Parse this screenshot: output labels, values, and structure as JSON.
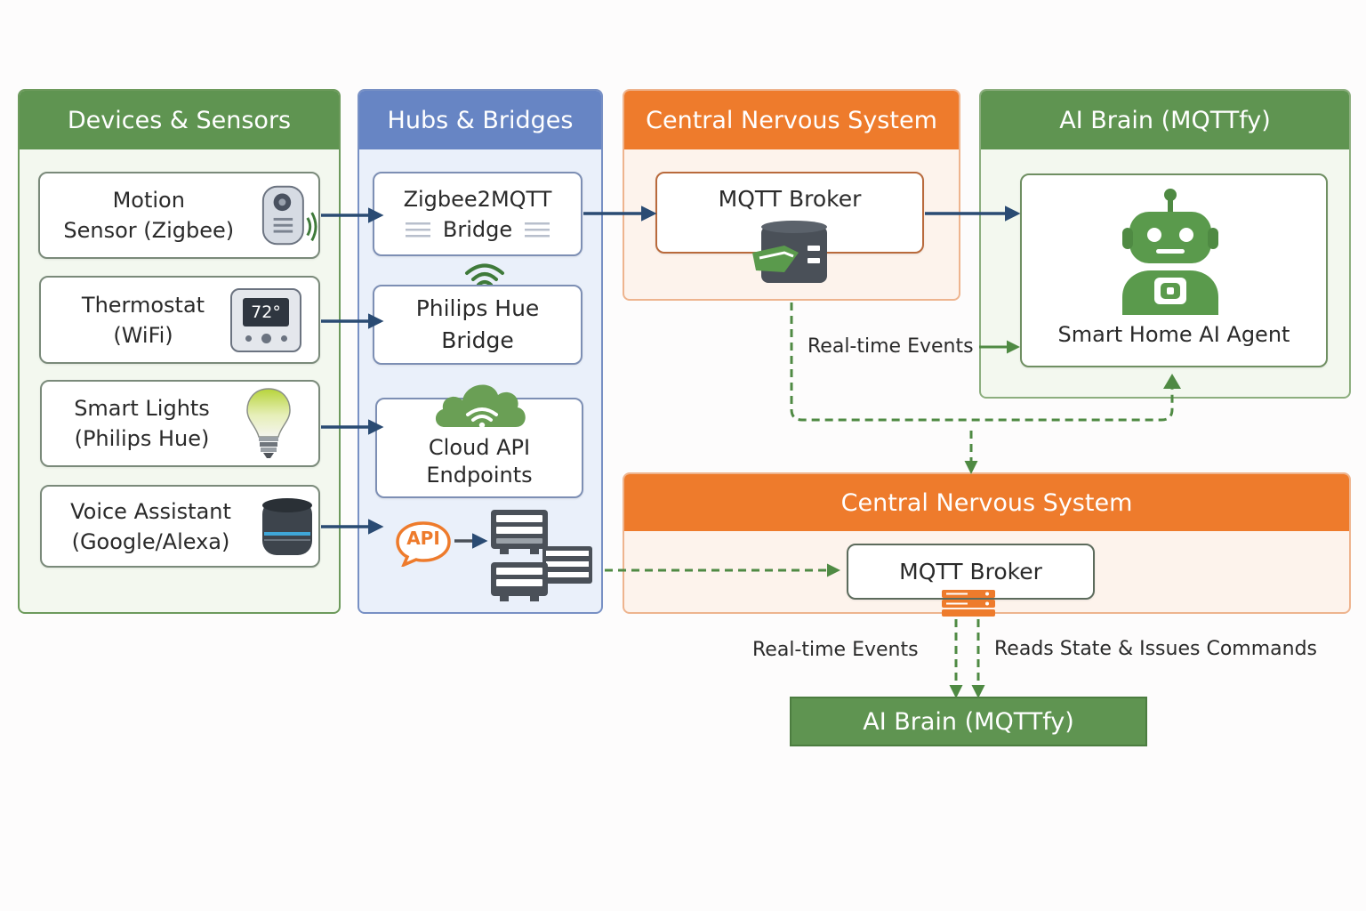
{
  "columns": {
    "devices": {
      "title": "Devices & Sensors"
    },
    "hubs": {
      "title": "Hubs & Bridges"
    },
    "cns": {
      "title": "Central Nervous System"
    },
    "ai": {
      "title": "AI Brain (MQTTfy)"
    }
  },
  "devices": [
    {
      "label_1": "Motion",
      "label_2": "Sensor (Zigbee)",
      "icon": "motion-sensor-icon"
    },
    {
      "label_1": "Thermostat",
      "label_2": "(WiFi)",
      "icon": "thermostat-icon",
      "display": "72°"
    },
    {
      "label_1": "Smart Lights",
      "label_2": "(Philips Hue)",
      "icon": "light-bulb-icon"
    },
    {
      "label_1": "Voice Assistant",
      "label_2": "(Google/Alexa)",
      "icon": "smart-speaker-icon"
    }
  ],
  "hubs": [
    {
      "label_1": "Zigbee2MQTT",
      "label_2": "Bridge"
    },
    {
      "label_1": "Philips Hue",
      "label_2": "Bridge"
    },
    {
      "label_1": "Cloud API",
      "label_2": "Endpoints"
    },
    {
      "api_badge": "API"
    }
  ],
  "broker_top": {
    "label": "MQTT Broker"
  },
  "agent": {
    "label": "Smart Home AI Agent"
  },
  "edges": {
    "realtime_top": "Real-time Events"
  },
  "lower": {
    "cns_title": "Central Nervous System",
    "broker_label": "MQTT Broker",
    "realtime": "Real-time Events",
    "reads": "Reads State & Issues Commands",
    "ai_title": "AI Brain (MQTTfy)"
  },
  "colors": {
    "green": "#5f9451",
    "blue": "#6785c4",
    "orange": "#ee7b2c",
    "navy": "#2a4b73"
  }
}
